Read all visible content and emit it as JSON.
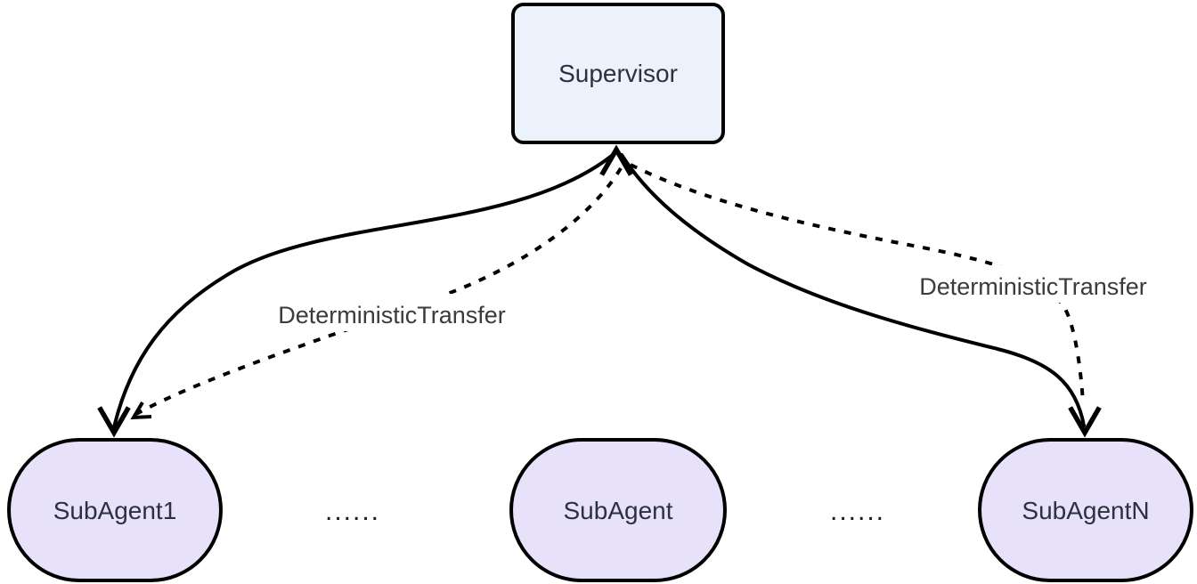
{
  "diagram": {
    "type": "flowchart",
    "background": "#ffffff",
    "nodes": [
      {
        "id": "supervisor",
        "label": "Supervisor",
        "shape": "rounded-rect",
        "fill": "#ecf2fb"
      },
      {
        "id": "subagent1",
        "label": "SubAgent1",
        "shape": "stadium",
        "fill": "#e7e1fa"
      },
      {
        "id": "subagent",
        "label": "SubAgent",
        "shape": "stadium",
        "fill": "#e7e1fa"
      },
      {
        "id": "subagentn",
        "label": "SubAgentN",
        "shape": "stadium",
        "fill": "#e7e1fa"
      }
    ],
    "ellipses": {
      "left": "......",
      "right": "......"
    },
    "edges": [
      {
        "from": "SubAgent1",
        "to": "Supervisor",
        "style": "solid",
        "label": ""
      },
      {
        "from": "Supervisor",
        "to": "SubAgent1",
        "style": "dashed",
        "label": "DeterministicTransfer"
      },
      {
        "from": "Supervisor",
        "to": "SubAgentN",
        "style": "solid",
        "label": ""
      },
      {
        "from": "Supervisor",
        "to": "SubAgentN",
        "style": "dashed",
        "label": "DeterministicTransfer"
      }
    ],
    "colors": {
      "supervisor_fill": "#ecf2fb",
      "subagent_fill": "#e7e1fa",
      "border": "#000000",
      "node_text": "#2b323e",
      "edge_label_text": "#3b3b3b",
      "background": "#ffffff"
    }
  }
}
